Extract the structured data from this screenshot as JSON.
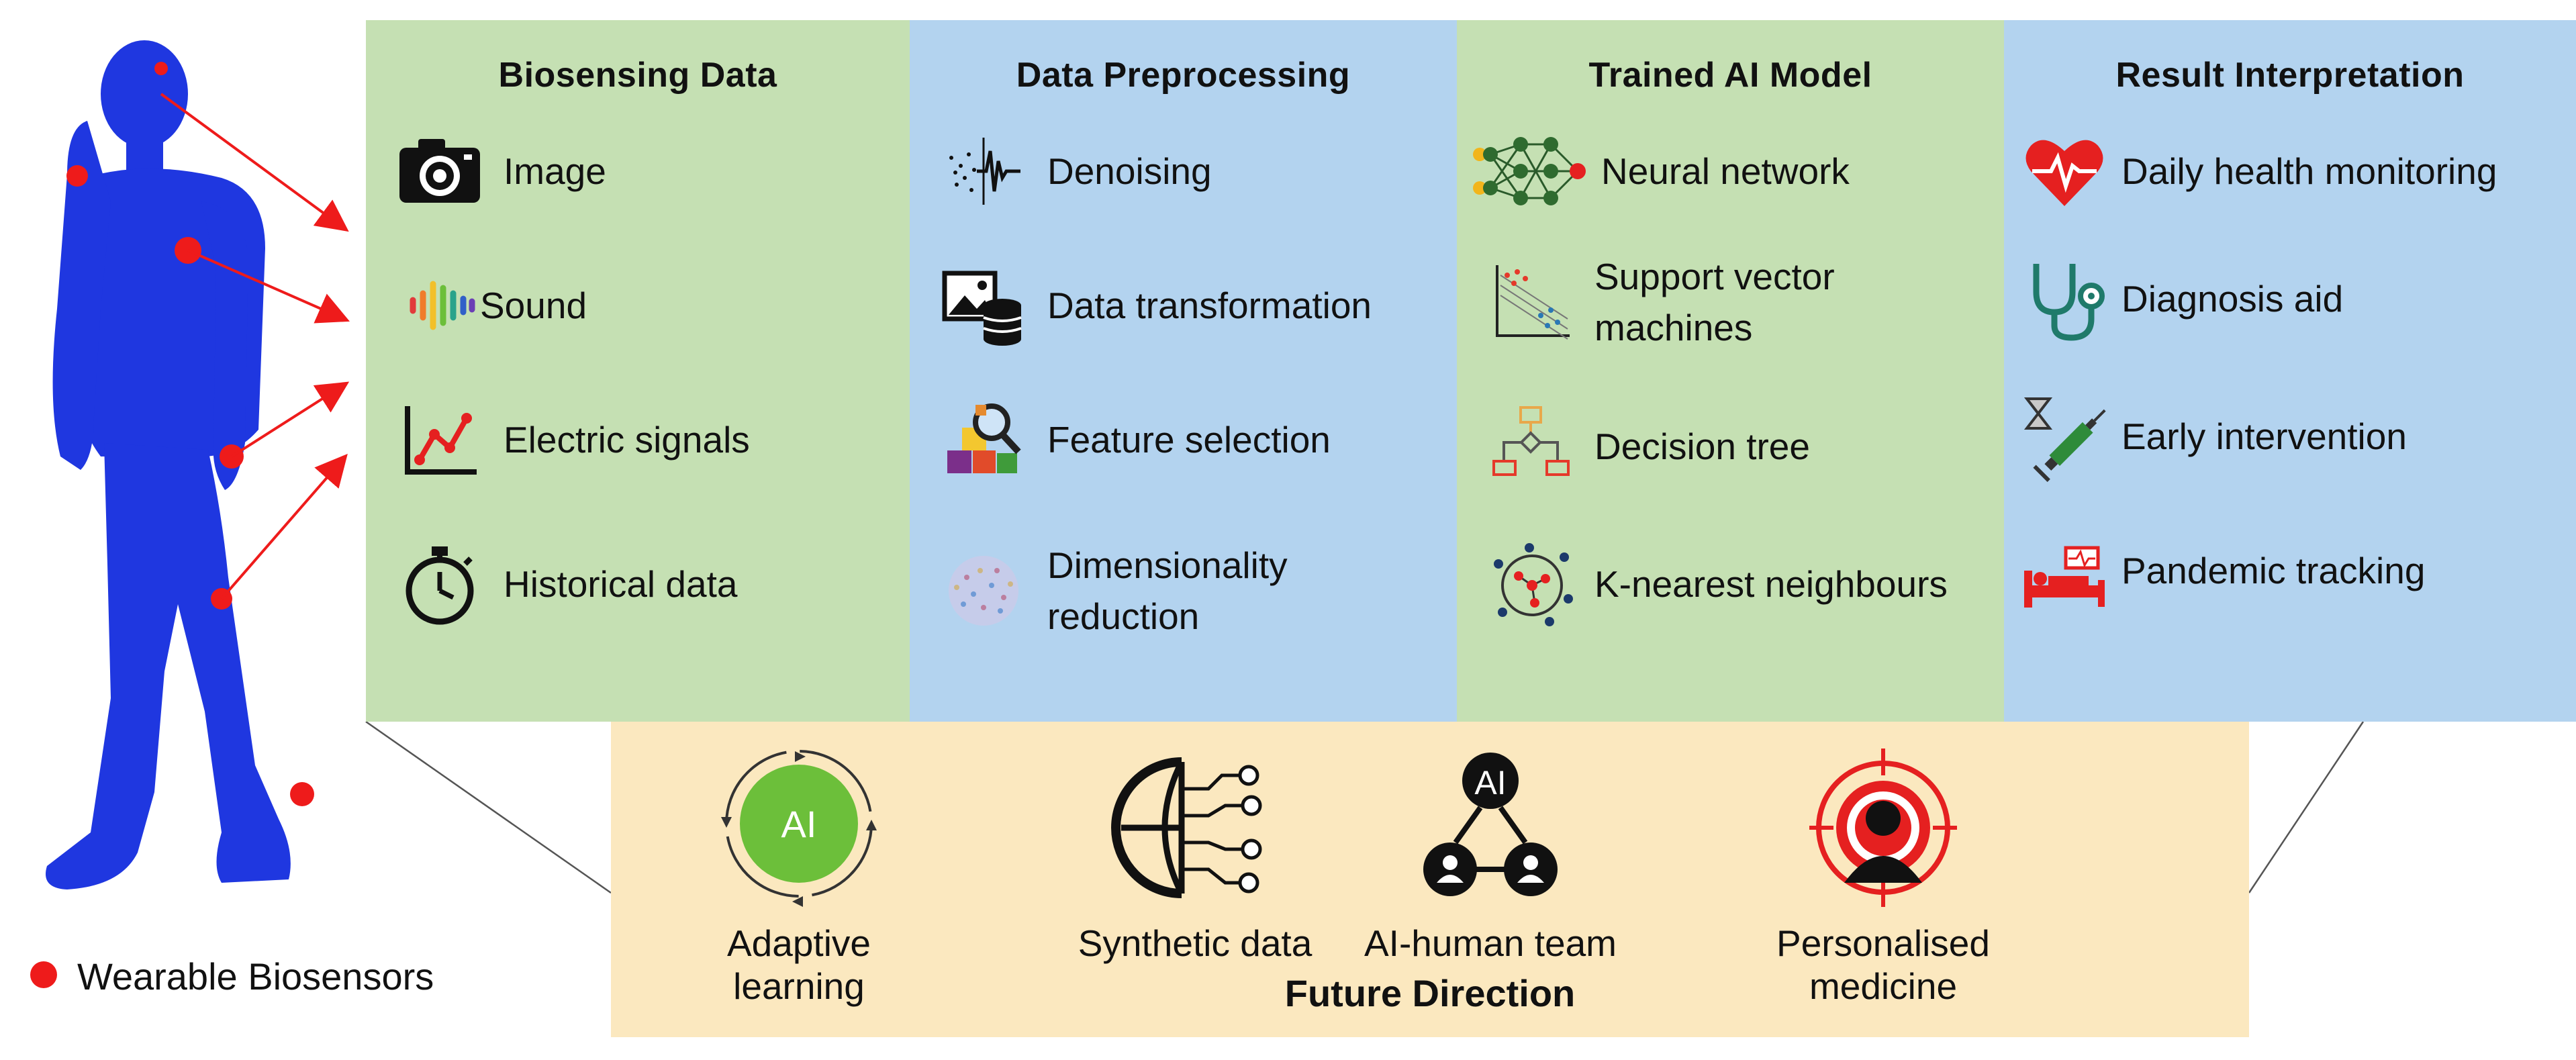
{
  "colors": {
    "green_panel": "#c5e0b3",
    "blue_panel": "#b3d3ef",
    "future_panel": "#fbe8bf",
    "person": "#1f37e0",
    "sensor_red": "#ee1b1b"
  },
  "columns": [
    {
      "title": "Biosensing Data",
      "items": [
        {
          "icon": "camera-icon",
          "label": "Image"
        },
        {
          "icon": "sound-wave-icon",
          "label": "Sound"
        },
        {
          "icon": "line-graph-icon",
          "label": "Electric signals"
        },
        {
          "icon": "stopwatch-icon",
          "label": "Historical data"
        }
      ]
    },
    {
      "title": "Data Preprocessing",
      "items": [
        {
          "icon": "noisy-signal-icon",
          "label": "Denoising"
        },
        {
          "icon": "image-database-icon",
          "label": "Data transformation"
        },
        {
          "icon": "feature-search-icon",
          "label": "Feature selection"
        },
        {
          "icon": "scatter-cloud-icon",
          "label": "Dimensionality reduction"
        }
      ]
    },
    {
      "title": "Trained AI Model",
      "items": [
        {
          "icon": "neural-network-icon",
          "label": "Neural network"
        },
        {
          "icon": "svm-plot-icon",
          "label": "Support vector machines"
        },
        {
          "icon": "decision-tree-icon",
          "label": "Decision tree"
        },
        {
          "icon": "knn-cluster-icon",
          "label": "K-nearest neighbours"
        }
      ]
    },
    {
      "title": "Result Interpretation",
      "items": [
        {
          "icon": "heart-pulse-icon",
          "label": "Daily health monitoring"
        },
        {
          "icon": "stethoscope-icon",
          "label": "Diagnosis aid"
        },
        {
          "icon": "hourglass-syringe-icon",
          "label": "Early intervention"
        },
        {
          "icon": "hospital-bed-icon",
          "label": "Pandemic tracking"
        }
      ]
    }
  ],
  "future": {
    "title": "Future Direction",
    "items": [
      {
        "icon": "adaptive-cycle-icon",
        "label": "Adaptive learning",
        "badge": "AI"
      },
      {
        "icon": "globe-circuit-icon",
        "label": "Synthetic data"
      },
      {
        "icon": "ai-team-icon",
        "label": "AI-human team",
        "badge": "AI"
      },
      {
        "icon": "target-person-icon",
        "label": "Personalised medicine"
      }
    ]
  },
  "legend": {
    "icon": "sensor-dot-icon",
    "label": "Wearable Biosensors"
  }
}
